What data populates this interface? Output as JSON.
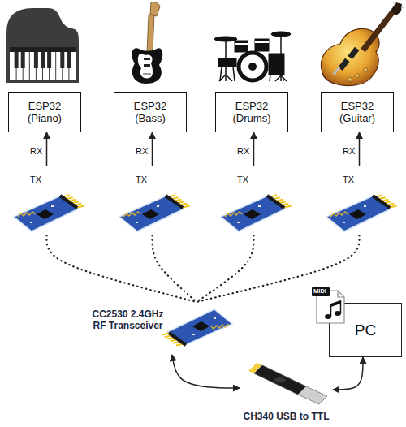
{
  "diagram": {
    "nodes": [
      {
        "text": [
          "ESP32 (Piano)"
        ]
      },
      {
        "text": [
          "ESP32 (Bass)"
        ]
      },
      {
        "text": [
          "ESP32 (Drums)"
        ]
      },
      {
        "text": [
          "ESP32 (Guitar)"
        ]
      },
      {
        "text": [
          "TX"
        ]
      },
      {
        "text": [
          "TX"
        ]
      },
      {
        "text": [
          "TX"
        ]
      },
      {
        "text": [
          "TX"
        ]
      },
      {
        "text": [
          "CC2530 2.4GHz RF Transceiver"
        ]
      },
      {
        "text": [
          "PC"
        ]
      },
      {
        "text": [
          "CH340 USB to TTL"
        ]
      }
    ],
    "edges": [
      {
        "from": 4,
        "to": 0,
        "arrow": "to"
      },
      {
        "from": 5,
        "to": 1,
        "arrow": "to"
      },
      {
        "from": 6,
        "to": 2,
        "arrow": "to"
      },
      {
        "from": 7,
        "to": 3,
        "arrow": "to"
      },
      {
        "from": 4,
        "to": 8,
        "arrow": "none"
      },
      {
        "from": 5,
        "to": 8,
        "arrow": "none"
      },
      {
        "from": 6,
        "to": 8,
        "arrow": "none"
      },
      {
        "from": 7,
        "to": 8,
        "arrow": "none"
      },
      {
        "from": 8,
        "to": 10,
        "arrow": "both"
      },
      {
        "from": 10,
        "to": 9,
        "arrow": "both"
      }
    ],
    "labels": [
      "RX",
      "RX",
      "RX",
      "RX",
      "MIDI"
    ]
  }
}
